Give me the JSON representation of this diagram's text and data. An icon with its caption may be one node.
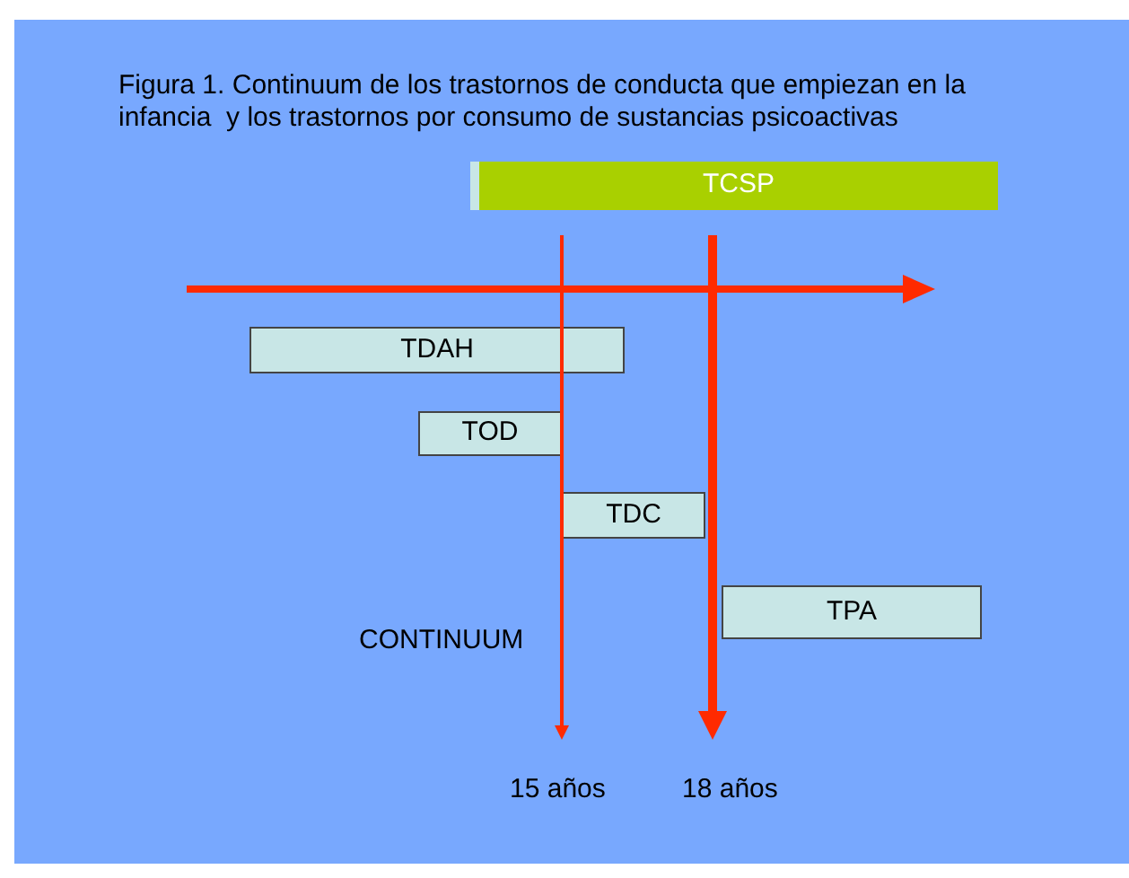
{
  "diagram": {
    "title": "Figura 1. Continuum de los trastornos de conducta que empiezan en la infancia  y los trastornos por consumo de sustancias psicoactivas",
    "nodes": [
      {
        "text": [
          "TCSP"
        ]
      },
      {
        "text": [
          "TDAH"
        ]
      },
      {
        "text": [
          "TOD"
        ]
      },
      {
        "text": [
          "TDC"
        ]
      },
      {
        "text": [
          "TPA"
        ]
      }
    ],
    "labels": [
      "CONTINUUM",
      "15 años",
      "18 años"
    ]
  }
}
